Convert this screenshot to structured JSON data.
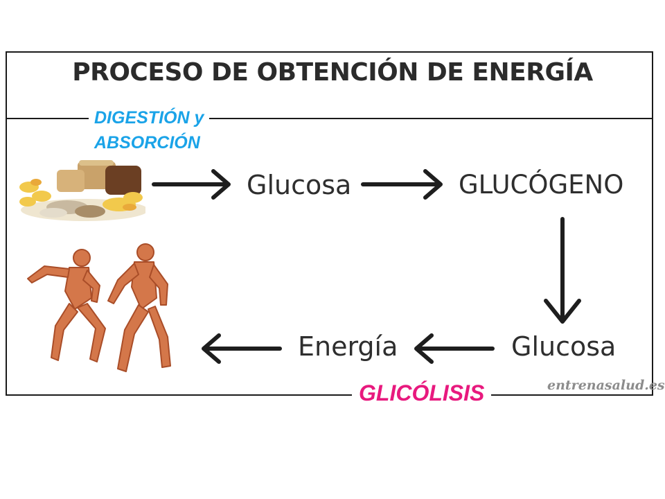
{
  "title": "PROCESO DE OBTENCIÓN DE ENERGÍA",
  "labels": {
    "digestion_line1": "DIGESTIÓN y",
    "digestion_line2": "ABSORCIÓN",
    "glicolisis": "GLICÓLISIS"
  },
  "nodes": {
    "glucosa_top": "Glucosa",
    "glucogeno": "GLUCÓGENO",
    "glucosa_bottom": "Glucosa",
    "energia": "Energía"
  },
  "watermark": "entrenasalud.es",
  "colors": {
    "digestion": "#1aa3e8",
    "glicolisis": "#e8197e",
    "text": "#2e2e2e"
  },
  "images": [
    "carbohydrate-foods-image",
    "running-anatomy-figures-image"
  ]
}
